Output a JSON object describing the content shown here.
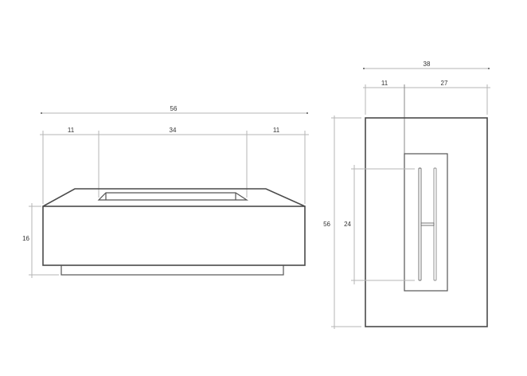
{
  "drawing": {
    "title": "Fire table dimension drawing",
    "units": "inches",
    "colors": {
      "background": "#ffffff",
      "object_line": "#4a4a4a",
      "dimension_line": "#b5b5b5",
      "label": "#333333"
    }
  },
  "front_view": {
    "overall_width_label": "56",
    "left_segment_label": "11",
    "center_segment_label": "34",
    "right_segment_label": "11",
    "height_label": "16"
  },
  "top_view": {
    "overall_width_label": "38",
    "left_segment_label": "11",
    "right_segment_label": "27",
    "overall_length_label": "56",
    "burner_length_label": "24"
  }
}
